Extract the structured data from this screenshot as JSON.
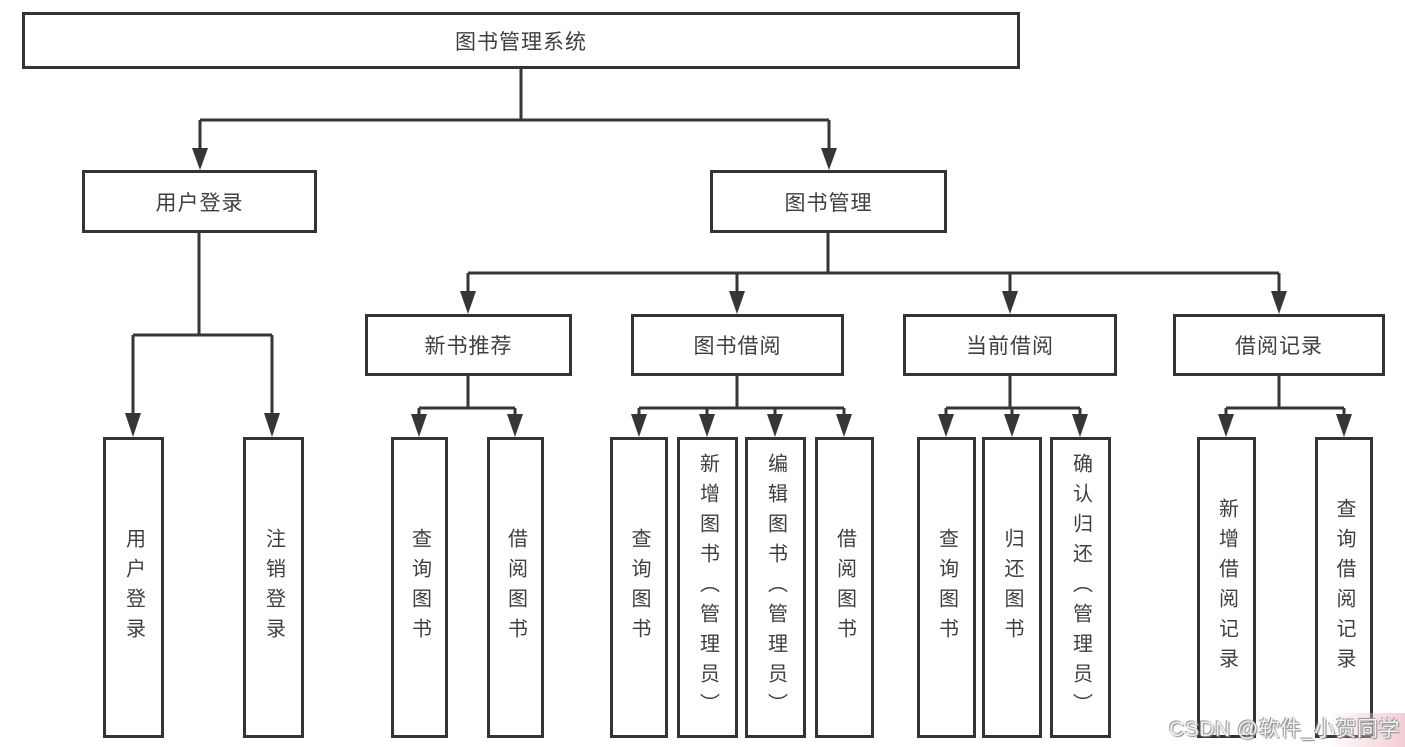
{
  "diagram": {
    "tree": {
      "root": "图书管理系统",
      "children": [
        {
          "label": "用户登录",
          "children": [
            "用户登录",
            "注销登录"
          ]
        },
        {
          "label": "图书管理",
          "children": [
            {
              "label": "新书推荐",
              "children": [
                "查询图书",
                "借阅图书"
              ]
            },
            {
              "label": "图书借阅",
              "children": [
                "查询图书",
                "新增图书（管理员）",
                "编辑图书（管理员）",
                "借阅图书"
              ]
            },
            {
              "label": "当前借阅",
              "children": [
                "查询图书",
                "归还图书",
                "确认归还（管理员）"
              ]
            },
            {
              "label": "借阅记录",
              "children": [
                "新增借阅记录",
                "查询借阅记录"
              ]
            }
          ]
        }
      ]
    },
    "colors": {
      "line": "#363636",
      "box_border": "#343434",
      "box_fill": "#ffffff",
      "text": "#3f3f3f",
      "watermark_pink": "#f0bcc6"
    }
  },
  "watermark": {
    "text": "CSDN @软件_小贺同学"
  }
}
